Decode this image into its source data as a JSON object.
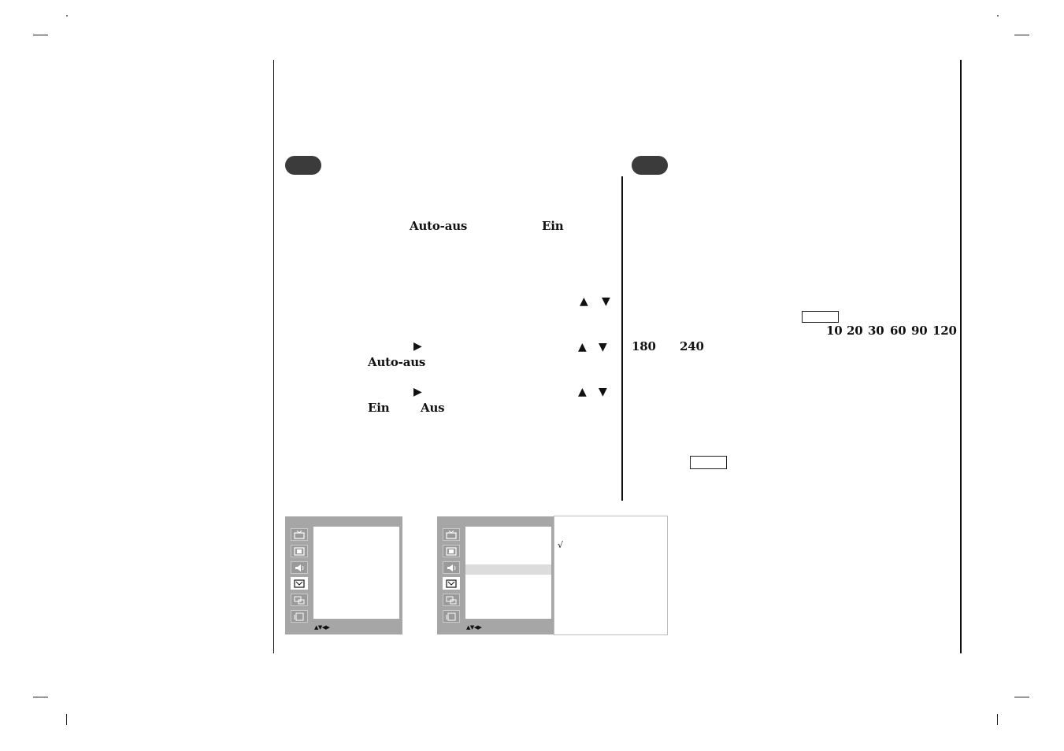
{
  "left_column": {
    "intro_line": {
      "term_a": "Auto-aus",
      "term_b": "Ein"
    },
    "step_nav_arrows": {
      "up": "▲",
      "down": "▼"
    },
    "step_select": {
      "right_arrow": "▶",
      "up": "▲",
      "down": "▼",
      "term": "Auto-aus"
    },
    "step_toggle": {
      "right_arrow": "▶",
      "up": "▲",
      "down": "▼",
      "option_on": "Ein",
      "option_off": "Aus"
    }
  },
  "right_column": {
    "minutes_row_1": [
      "10",
      "20",
      "30",
      "60",
      "90",
      "120"
    ],
    "minutes_row_2": [
      "180",
      "240"
    ]
  },
  "osd_menus": {
    "nav_hint": "▲▼◀▶",
    "check_mark": "√",
    "icons": [
      "tv-setup-icon",
      "picture-icon",
      "sound-icon",
      "time-icon",
      "special-icon",
      "screen-icon"
    ]
  },
  "colors": {
    "pill": "#3b3b3b",
    "osd_bar": "#a6a6a6",
    "osd_highlight": "#dcdcdc"
  }
}
